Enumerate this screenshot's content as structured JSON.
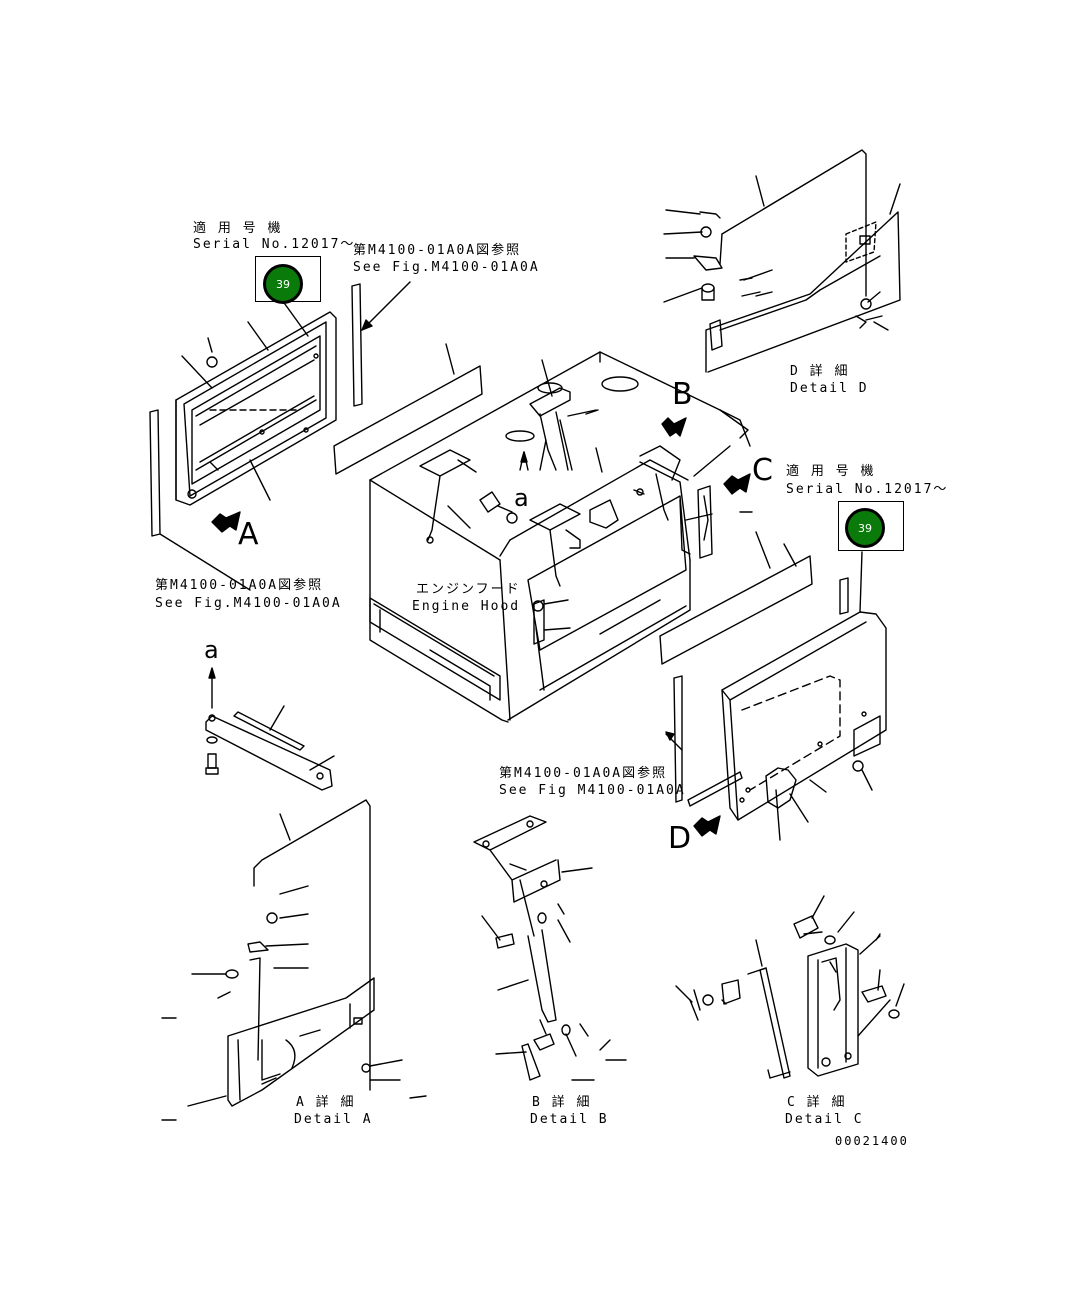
{
  "callouts": {
    "serial_a_jp": "適 用 号 機",
    "serial_a_en": "Serial No.12017～",
    "serial_c_jp": "適 用 号 機",
    "serial_c_en": "Serial No.12017～",
    "seefig_1_jp": "第M4100-01A0A図参照",
    "seefig_1_en": "See Fig.M4100-01A0A",
    "seefig_2_jp": "第M4100-01A0A図参照",
    "seefig_2_en": "See Fig.M4100-01A0A",
    "seefig_3_jp": "第M4100-01A0A図参照",
    "seefig_3_en": "See Fig M4100-01A0A",
    "engine_hood_jp": "エンジンフード",
    "engine_hood_en": "Engine Hood"
  },
  "badges": {
    "left": "39",
    "right": "39"
  },
  "view_letters": {
    "a": "A",
    "b": "B",
    "c": "C",
    "d": "D",
    "sub_a_top": "a",
    "sub_a": "a"
  },
  "details": {
    "a_jp": "A 詳 細",
    "a_en": "Detail A",
    "b_jp": "B 詳 細",
    "b_en": "Detail B",
    "c_jp": "C 詳 細",
    "c_en": "Detail C",
    "d_jp": "D 詳 細",
    "d_en": "Detail D"
  },
  "drawing_number": "00021400"
}
